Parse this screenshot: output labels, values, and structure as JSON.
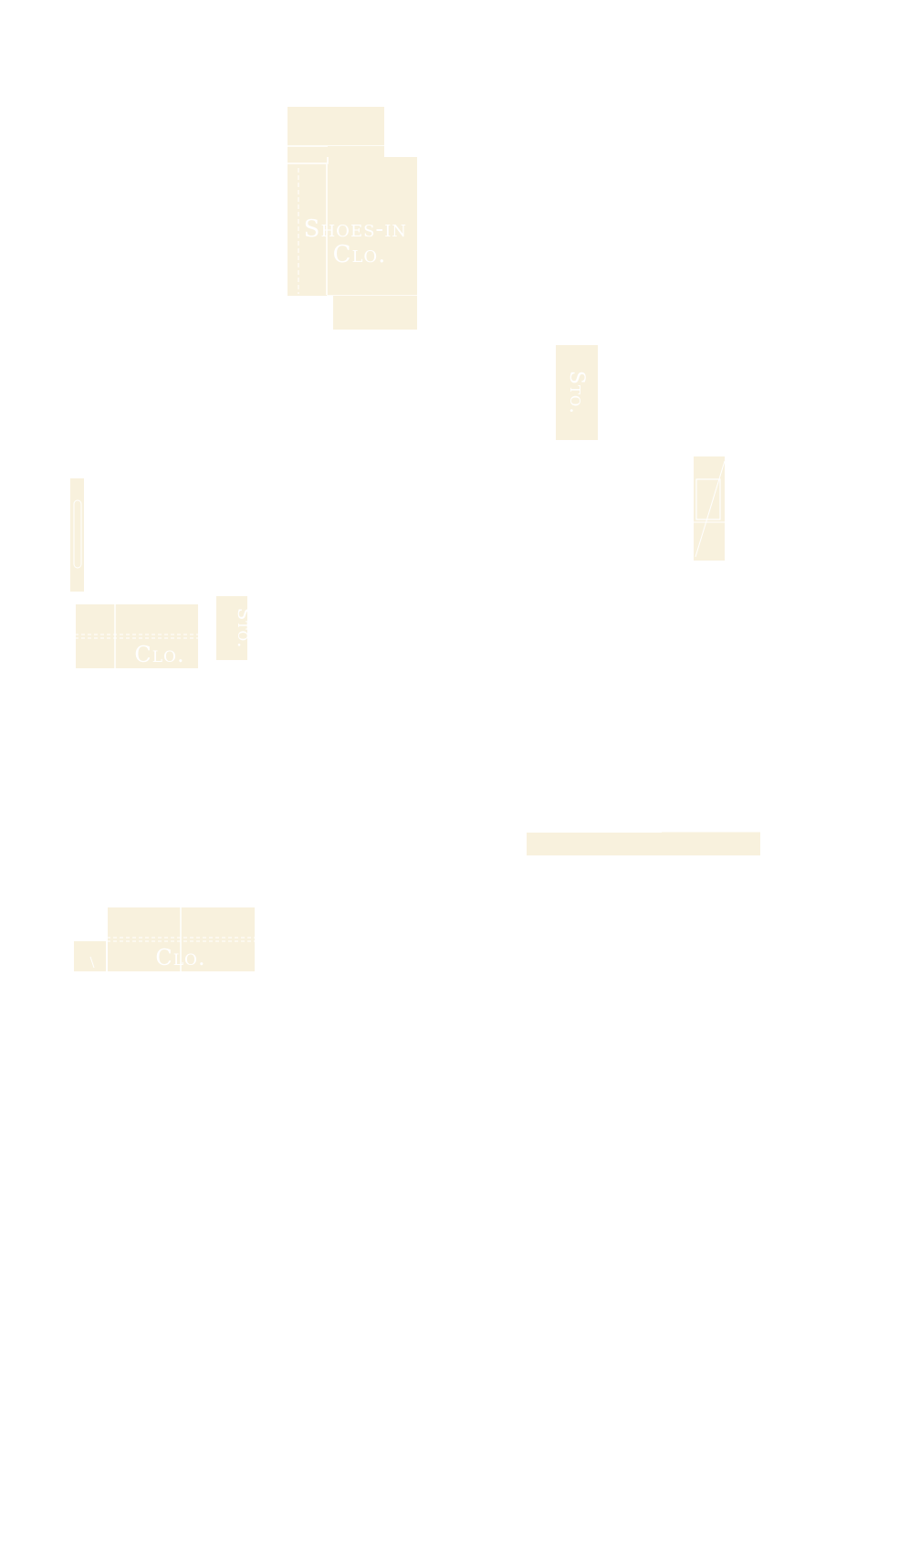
{
  "colors": {
    "background": "#ffffff",
    "fill": "#f8f1dd",
    "line": "#ffffff"
  },
  "labels": {
    "shoes_in_line1": "Shoes-in",
    "shoes_in_line2": "Clo.",
    "sto_upper": "Sto.",
    "clo_left": "Clo.",
    "sto_left": "Sto.",
    "clo_bottom": "Clo."
  }
}
